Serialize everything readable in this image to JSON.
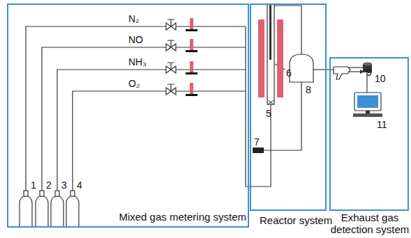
{
  "diagram": {
    "nodes": [
      {
        "text": [
          "Mixed gas metering system"
        ]
      },
      {
        "text": [
          "Reactor system"
        ]
      },
      {
        "text": [
          "Exhaust gas detection system"
        ]
      }
    ],
    "labels": [
      "N₂",
      "NO",
      "NH₃",
      "O₂",
      "1",
      "2",
      "3",
      "4",
      "5",
      "6",
      "7",
      "8",
      "9",
      "10",
      "11"
    ]
  }
}
